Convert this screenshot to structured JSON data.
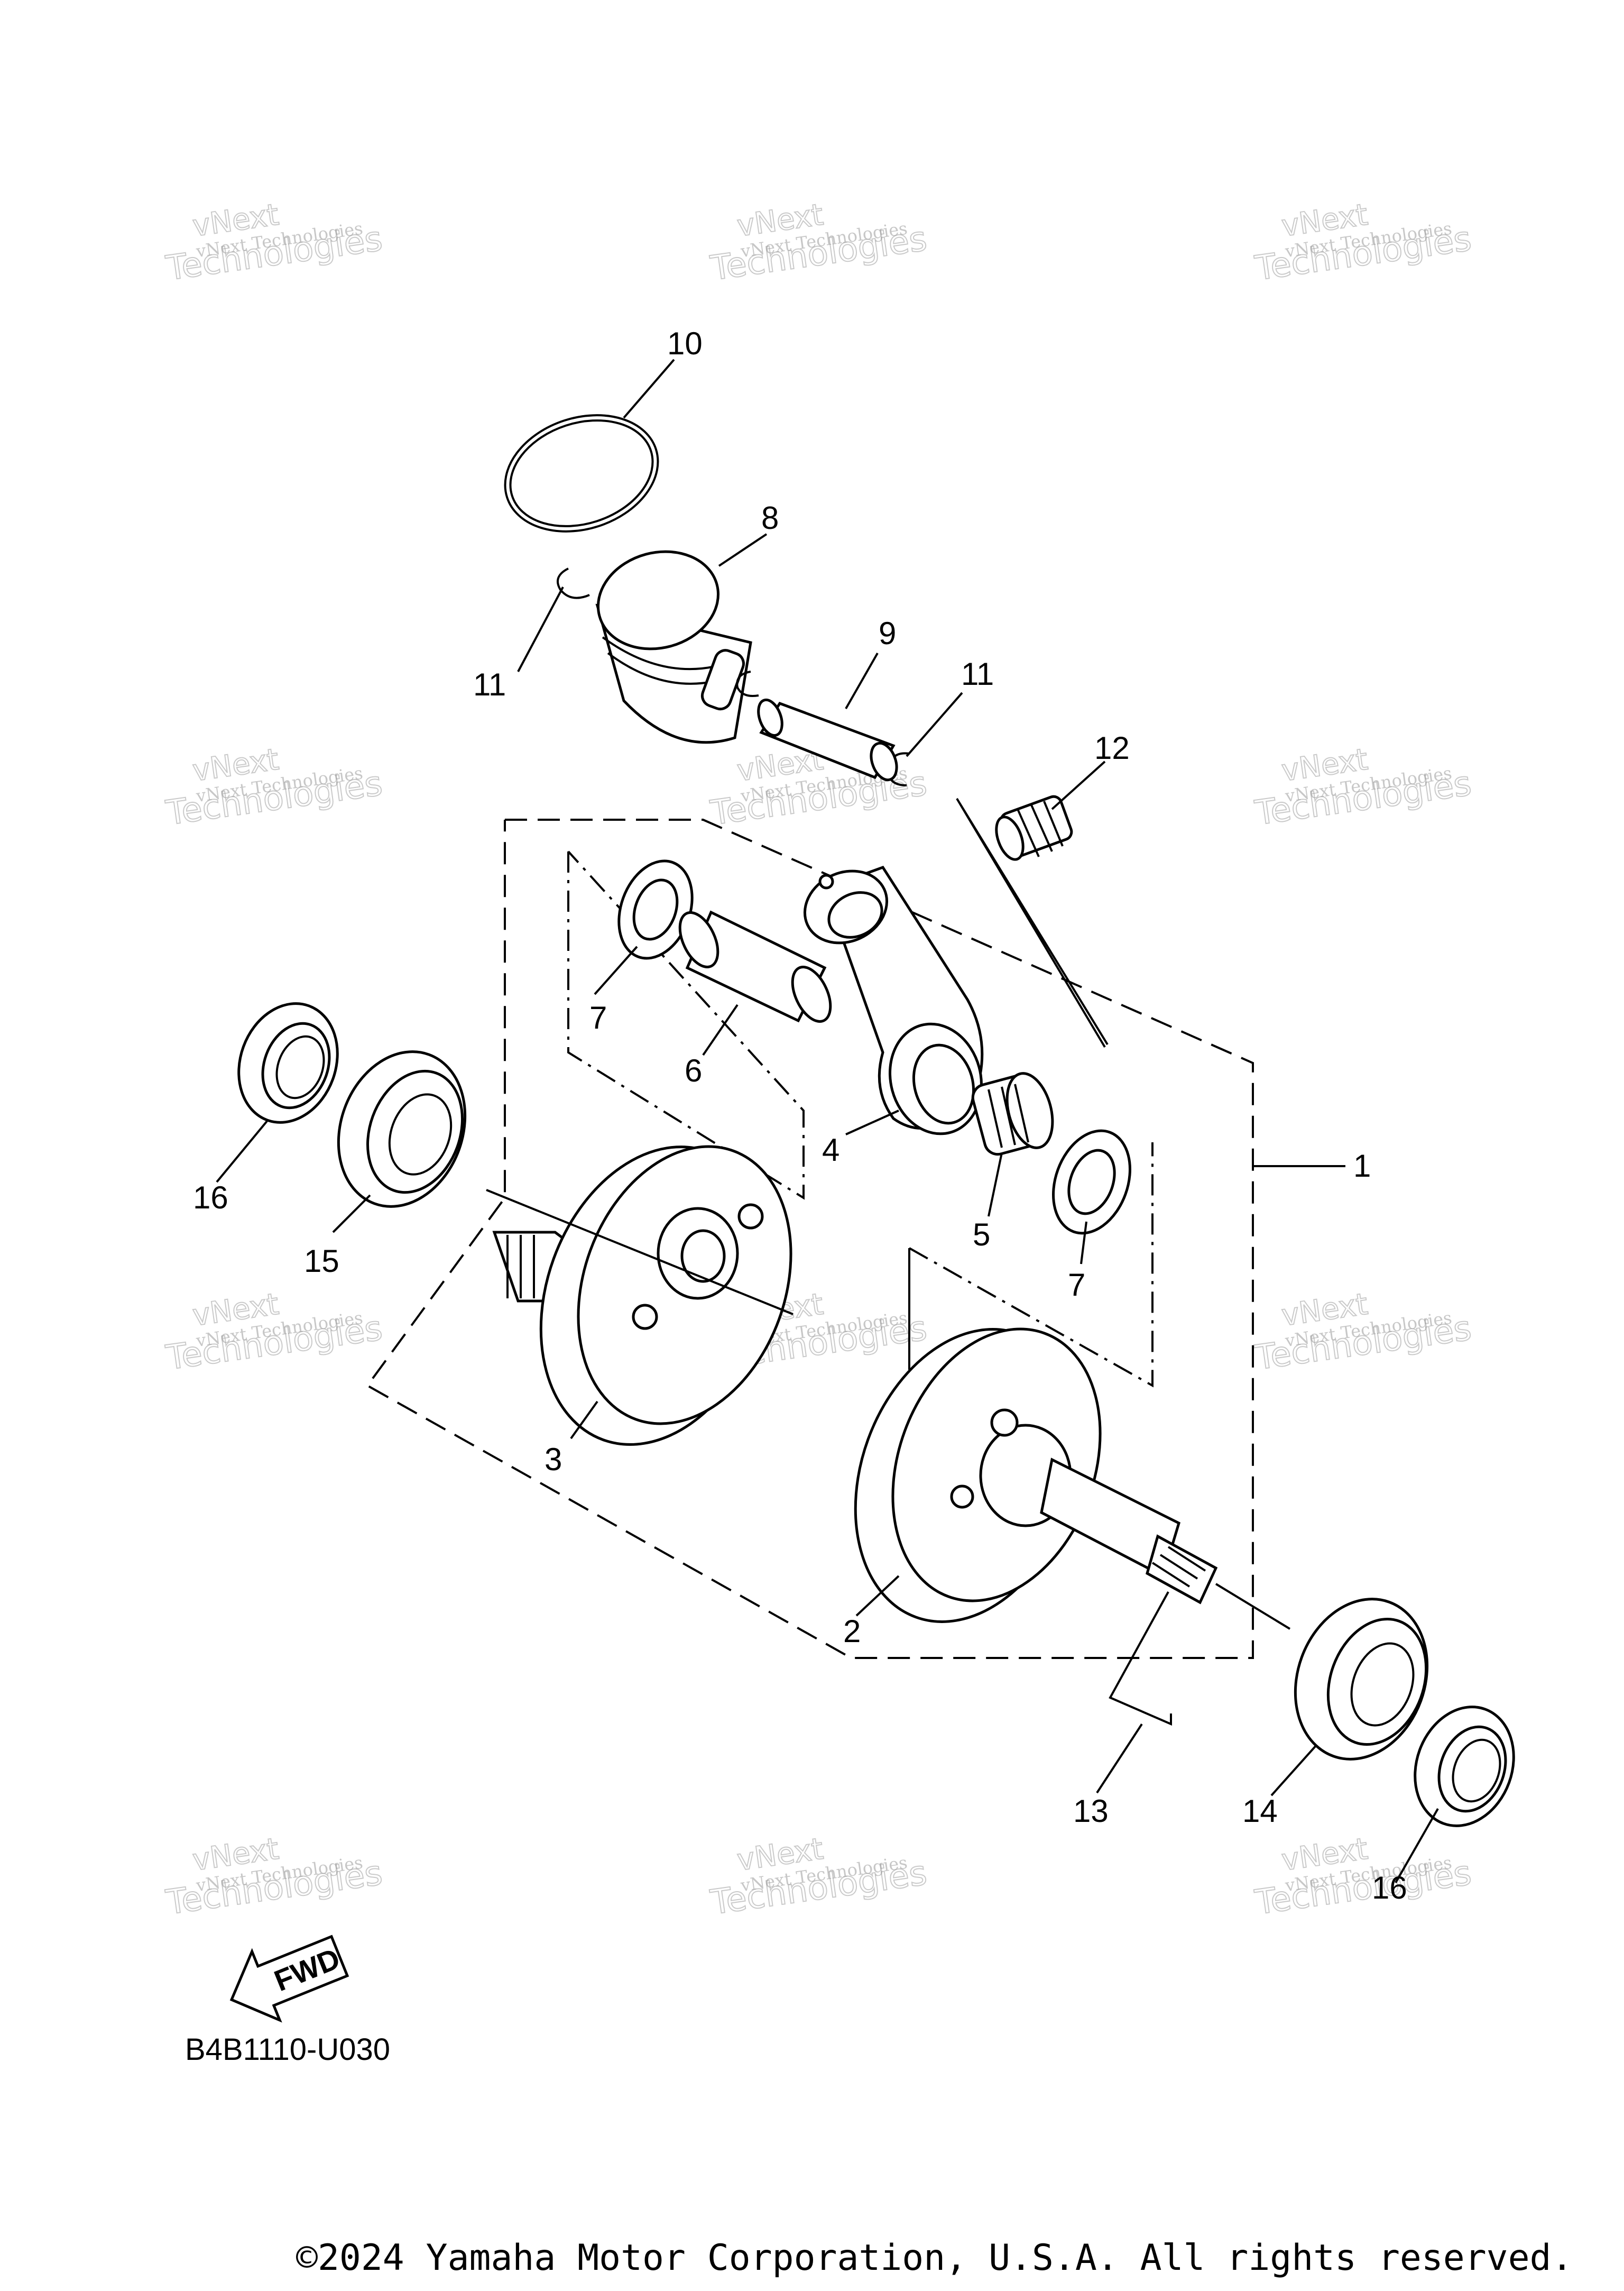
{
  "diagram_code": "B4B1110-U030",
  "copyright": "©2024 Yamaha Motor Corporation, U.S.A. All rights reserved.",
  "fwd_label": "FWD",
  "watermark": {
    "small": "vNext Technologies",
    "big_line1": "vNext",
    "big_line2": "Technologies"
  },
  "callouts": {
    "c1": "1",
    "c2": "2",
    "c3": "3",
    "c4": "4",
    "c5": "5",
    "c6": "6",
    "c7a": "7",
    "c7b": "7",
    "c8": "8",
    "c9": "9",
    "c10": "10",
    "c11a": "11",
    "c11b": "11",
    "c12": "12",
    "c13": "13",
    "c14": "14",
    "c15": "15",
    "c16a": "16",
    "c16b": "16"
  }
}
